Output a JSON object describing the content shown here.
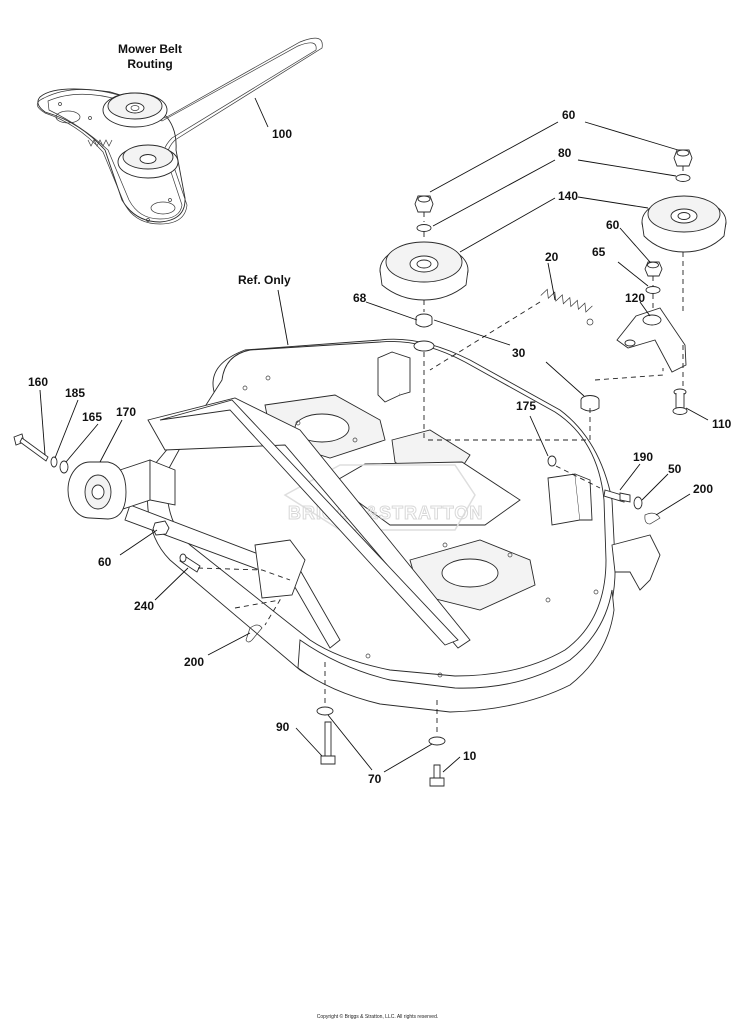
{
  "title": {
    "line1": "Mower Belt",
    "line2": "Routing"
  },
  "ref_label": "Ref. Only",
  "watermark": "BRIGGS&STRATTON",
  "copyright": "Copyright © Briggs & Stratton, LLC. All rights reserved.",
  "callouts": [
    {
      "id": "c100",
      "text": "100"
    },
    {
      "id": "c60a",
      "text": "60"
    },
    {
      "id": "c80",
      "text": "80"
    },
    {
      "id": "c140",
      "text": "140"
    },
    {
      "id": "c60b",
      "text": "60"
    },
    {
      "id": "c65",
      "text": "65"
    },
    {
      "id": "c20",
      "text": "20"
    },
    {
      "id": "c120",
      "text": "120"
    },
    {
      "id": "c68",
      "text": "68"
    },
    {
      "id": "c30",
      "text": "30"
    },
    {
      "id": "c110",
      "text": "110"
    },
    {
      "id": "c160",
      "text": "160"
    },
    {
      "id": "c185",
      "text": "185"
    },
    {
      "id": "c165",
      "text": "165"
    },
    {
      "id": "c170",
      "text": "170"
    },
    {
      "id": "c175",
      "text": "175"
    },
    {
      "id": "c190",
      "text": "190"
    },
    {
      "id": "c50",
      "text": "50"
    },
    {
      "id": "c200a",
      "text": "200"
    },
    {
      "id": "c60c",
      "text": "60"
    },
    {
      "id": "c240",
      "text": "240"
    },
    {
      "id": "c200b",
      "text": "200"
    },
    {
      "id": "c90",
      "text": "90"
    },
    {
      "id": "c70",
      "text": "70"
    },
    {
      "id": "c10",
      "text": "10"
    }
  ]
}
